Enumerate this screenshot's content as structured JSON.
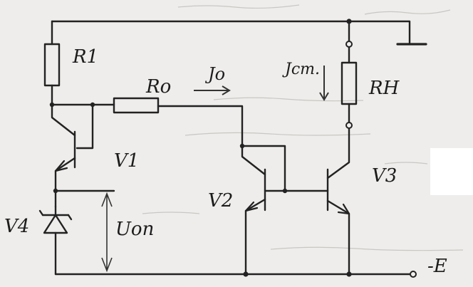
{
  "labels": {
    "r1": "R1",
    "r0": "Ro",
    "i0": "Jo",
    "ist": "Jcт.",
    "rn": "RH",
    "v1": "V1",
    "v2": "V2",
    "v3": "V3",
    "v4": "V4",
    "uop": "Uоп",
    "supply": "-E"
  }
}
